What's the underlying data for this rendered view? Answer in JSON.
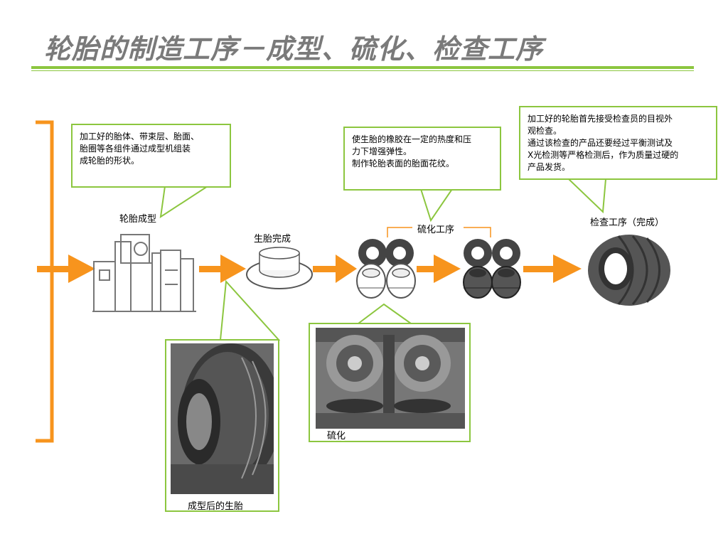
{
  "title": "轮胎的制造工序－成型、硫化、检查工序",
  "callouts": {
    "forming": [
      "加工好的胎体、带束层、胎面、",
      "胎圈等各组件通过成型机组装",
      "成轮胎的形状。"
    ],
    "curing": [
      "使生胎的橡胶在一定的热度和压",
      "力下增强弹性。",
      "制作轮胎表面的胎面花纹。"
    ],
    "inspection": [
      "加工好的轮胎首先接受检查员的目视外",
      "观检查。",
      "通过该检查的产品还要经过平衡测试及",
      "X光检测等严格检测后，作为质量过硬的",
      "产品发货。"
    ]
  },
  "labels": {
    "forming": "轮胎成型",
    "green_tire": "生胎完成",
    "curing_process": "硫化工序",
    "inspection_process": "检查工序（完成）"
  },
  "photos": {
    "green_tire_caption": "成型后的生胎",
    "curing_caption": "硫化"
  },
  "colors": {
    "accent_green": "#8cc63f",
    "arrow_orange": "#f7941d",
    "title_gray": "#7a7a7a"
  }
}
